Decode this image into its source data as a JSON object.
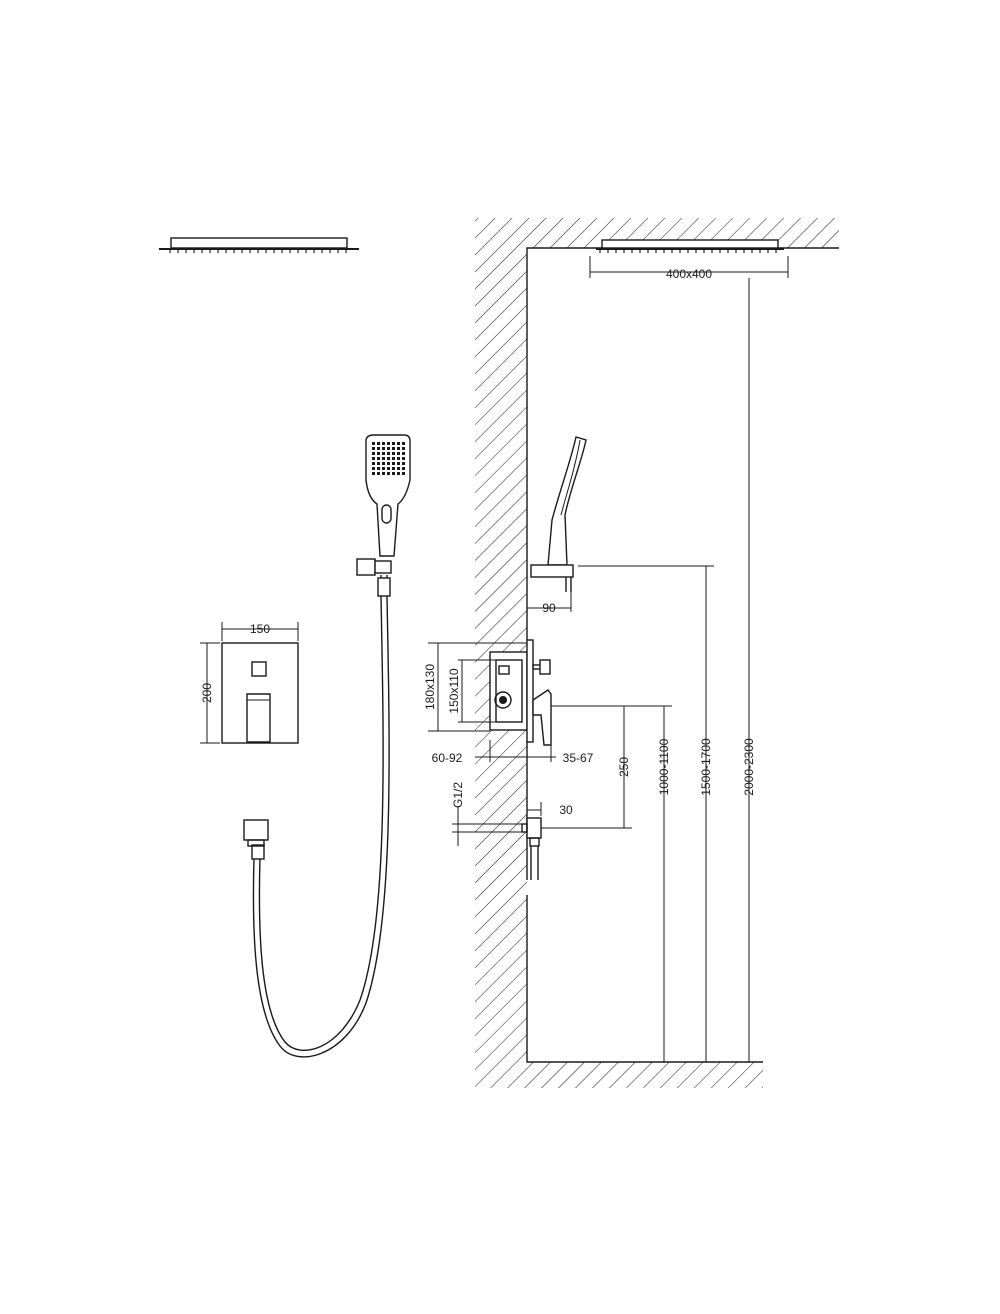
{
  "dimensions": {
    "rain_shower_size": "400x400",
    "holder_projection": "90",
    "box_outer": "180x130",
    "box_inner": "150x110",
    "embed_depth": "60-92",
    "plate_projection": "35-67",
    "mixer_to_outlet": "250",
    "thread": "G1/2",
    "outlet_projection": "30",
    "mixer_height": "1000-1100",
    "holder_height": "1500-1700",
    "shower_height": "2000-2300",
    "plate_width": "150",
    "plate_height": "200"
  }
}
